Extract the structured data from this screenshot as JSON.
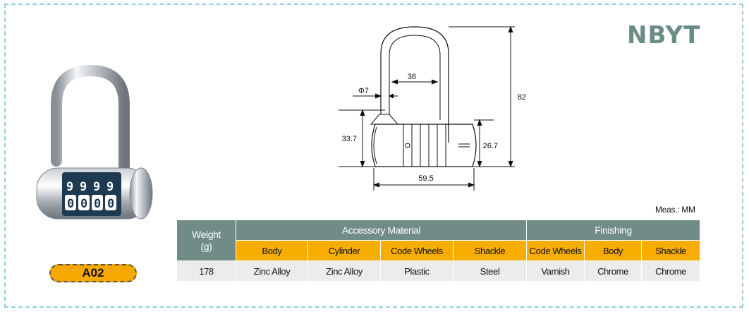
{
  "brand": "NBYT",
  "model": "A02",
  "measure_unit": "Meas.: MM",
  "icons": {
    "product_photo": "combination-padlock-photo",
    "drawing": "padlock-dimension-drawing"
  },
  "colors": {
    "header": "#718b86",
    "subheader": "#f6ad00",
    "row": "#ececec",
    "badge": "#f5a800",
    "brand": "#6a8c87",
    "frame": "#8fd0d8"
  },
  "lock_digits": {
    "top_row": [
      "9",
      "9",
      "9",
      "9"
    ],
    "bottom_row": [
      "0",
      "0",
      "0",
      "0"
    ]
  },
  "dimensions": {
    "shackle_diameter": "Φ7",
    "shackle_inner_width": "36",
    "total_height": "82",
    "body_height": "33.7",
    "wheel_height": "26.7",
    "body_width": "59.5"
  },
  "table": {
    "weight_header": "Weight\n(g)",
    "group1_header": "Accessory Material",
    "group2_header": "Finishing",
    "sub_headers": [
      "Body",
      "Cylinder",
      "Code Wheels",
      "Shackle",
      "Code Wheels",
      "Body",
      "Shackle"
    ],
    "row": {
      "weight": "178",
      "values": [
        "Zinc Alloy",
        "Zinc Alloy",
        "Plastic",
        "Steel",
        "Varnish",
        "Chrome",
        "Chrome"
      ]
    }
  }
}
